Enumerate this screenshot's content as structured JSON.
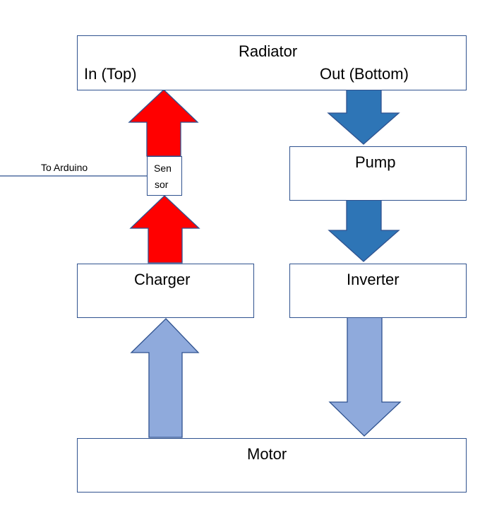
{
  "diagram": {
    "type": "cooling-loop-flow",
    "nodes": {
      "radiator": {
        "label": "Radiator",
        "in_label": "In (Top)",
        "out_label": "Out (Bottom)"
      },
      "pump": {
        "label": "Pump"
      },
      "charger": {
        "label": "Charger"
      },
      "inverter": {
        "label": "Inverter"
      },
      "motor": {
        "label": "Motor"
      },
      "sensor": {
        "label_line1": "Sen",
        "label_line2": "sor"
      }
    },
    "signal_line": {
      "label": "To Arduino"
    },
    "colors": {
      "hot_arrow": "#ff0000",
      "cool_arrow": "#2e75b6",
      "motor_loop_arrow": "#8faadc",
      "outline": "#2f528f"
    },
    "edges": [
      {
        "from": "charger",
        "to": "sensor",
        "color": "hot_arrow"
      },
      {
        "from": "sensor",
        "to": "radiator",
        "color": "hot_arrow"
      },
      {
        "from": "radiator",
        "to": "pump",
        "color": "cool_arrow"
      },
      {
        "from": "pump",
        "to": "inverter",
        "color": "cool_arrow"
      },
      {
        "from": "inverter",
        "to": "motor",
        "color": "motor_loop_arrow"
      },
      {
        "from": "motor",
        "to": "charger",
        "color": "motor_loop_arrow"
      }
    ]
  }
}
